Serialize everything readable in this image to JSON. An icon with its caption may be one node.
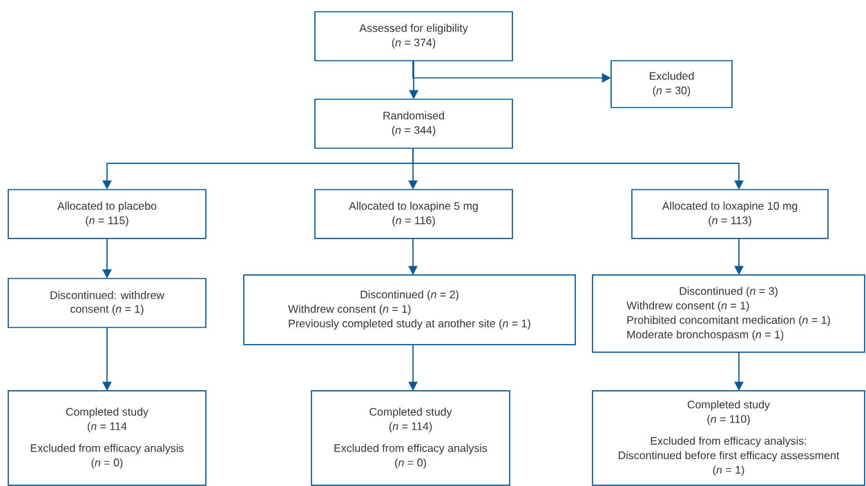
{
  "diagram": {
    "nodes": [
      {
        "text": [
          "Assessed for eligibility",
          "(*n* = 374)"
        ]
      },
      {
        "text": [
          "Excluded",
          "(*n* = 30)"
        ]
      },
      {
        "text": [
          "Randomised",
          "(*n* = 344)"
        ]
      },
      {
        "text": [
          "Allocated to placebo",
          "(*n* = 115)"
        ]
      },
      {
        "text": [
          "Allocated to loxapine 5 mg",
          "(*n* = 116)"
        ]
      },
      {
        "text": [
          "Allocated to loxapine 10 mg",
          "(*n* = 113)"
        ]
      },
      {
        "text": [
          "Discontinued: withdrew consent (*n* = 1)"
        ]
      },
      {
        "text": [
          "Discontinued (*n* = 2)",
          "Withdrew consent (*n* = 1)",
          "Previously completed study at another site (*n* = 1)"
        ]
      },
      {
        "text": [
          "Discontinued (*n* = 3)",
          "Withdrew consent (*n* = 1)",
          "Prohibited concomitant medication (*n* = 1)",
          "Moderate bronchospasm (*n* = 1)"
        ]
      },
      {
        "text": [
          "Completed study",
          "(*n* = 114",
          "Excluded from efficacy analysis",
          "(*n* = 0)"
        ]
      },
      {
        "text": [
          "Completed study",
          "(*n* = 114)",
          "Excluded from efficacy analysis",
          "(*n* = 0)"
        ]
      },
      {
        "text": [
          "Completed study",
          "(*n* = 110)",
          "Excluded from efficacy analysis:",
          "Discontinued before first efficacy assessment",
          "(*n* = 1)"
        ]
      }
    ],
    "edges": [
      {
        "from": 0,
        "to": 2,
        "arrow": "to"
      },
      {
        "from": 0,
        "to": 1,
        "arrow": "to"
      },
      {
        "from": 2,
        "to": 3,
        "arrow": "to"
      },
      {
        "from": 2,
        "to": 4,
        "arrow": "to"
      },
      {
        "from": 2,
        "to": 5,
        "arrow": "to"
      },
      {
        "from": 3,
        "to": 6,
        "arrow": "to"
      },
      {
        "from": 4,
        "to": 7,
        "arrow": "to"
      },
      {
        "from": 5,
        "to": 8,
        "arrow": "to"
      },
      {
        "from": 6,
        "to": 9,
        "arrow": "to"
      },
      {
        "from": 7,
        "to": 10,
        "arrow": "to"
      },
      {
        "from": 8,
        "to": 11,
        "arrow": "to"
      }
    ]
  }
}
